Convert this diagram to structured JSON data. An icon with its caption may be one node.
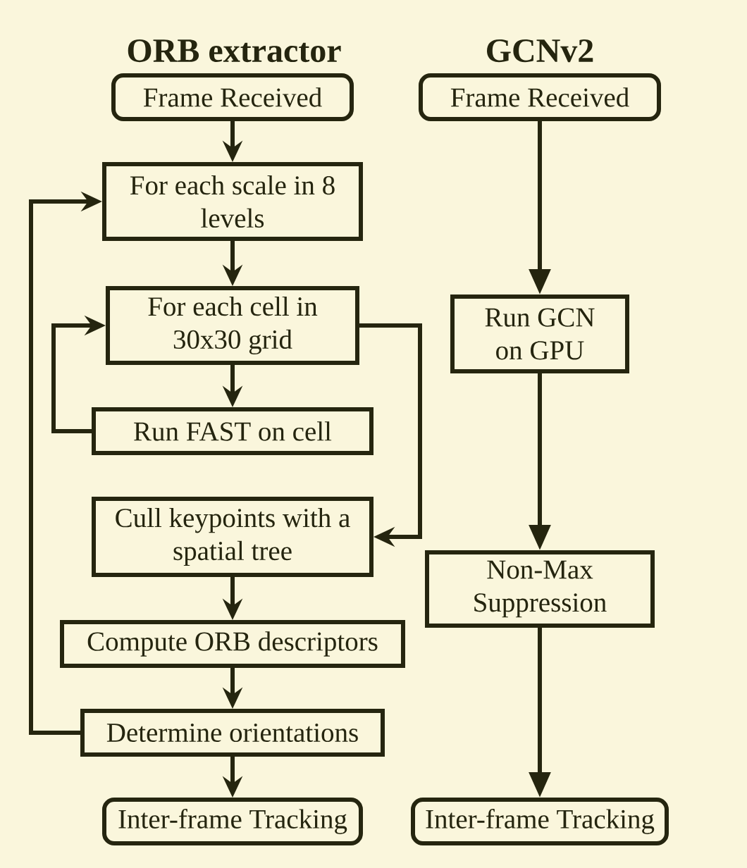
{
  "diagram": {
    "nodes": [
      {
        "text": [
          "Frame Received"
        ]
      },
      {
        "text": [
          "For each scale in 8 levels"
        ]
      },
      {
        "text": [
          "For each cell in 30x30 grid"
        ]
      },
      {
        "text": [
          "Run FAST on cell"
        ]
      },
      {
        "text": [
          "Cull keypoints with a spatial tree"
        ]
      },
      {
        "text": [
          "Compute ORB descriptors"
        ]
      },
      {
        "text": [
          "Determine orientations"
        ]
      },
      {
        "text": [
          "Inter-frame Tracking"
        ]
      },
      {
        "text": [
          "Frame Received"
        ]
      },
      {
        "text": [
          "Run GCN on GPU"
        ]
      },
      {
        "text": [
          "Non-Max Suppression"
        ]
      },
      {
        "text": [
          "Inter-frame Tracking"
        ]
      }
    ],
    "edges": [
      {
        "from": 0,
        "to": 1,
        "arrow": "to"
      },
      {
        "from": 1,
        "to": 2,
        "arrow": "to"
      },
      {
        "from": 2,
        "to": 3,
        "arrow": "to"
      },
      {
        "from": 3,
        "to": 2,
        "arrow": "to"
      },
      {
        "from": 2,
        "to": 4,
        "arrow": "to"
      },
      {
        "from": 4,
        "to": 5,
        "arrow": "to"
      },
      {
        "from": 5,
        "to": 6,
        "arrow": "to"
      },
      {
        "from": 6,
        "to": 1,
        "arrow": "to"
      },
      {
        "from": 6,
        "to": 7,
        "arrow": "to"
      },
      {
        "from": 8,
        "to": 9,
        "arrow": "to"
      },
      {
        "from": 9,
        "to": 10,
        "arrow": "to"
      },
      {
        "from": 10,
        "to": 11,
        "arrow": "to"
      }
    ],
    "labels": [
      "ORB extractor",
      "GCNv2"
    ]
  }
}
